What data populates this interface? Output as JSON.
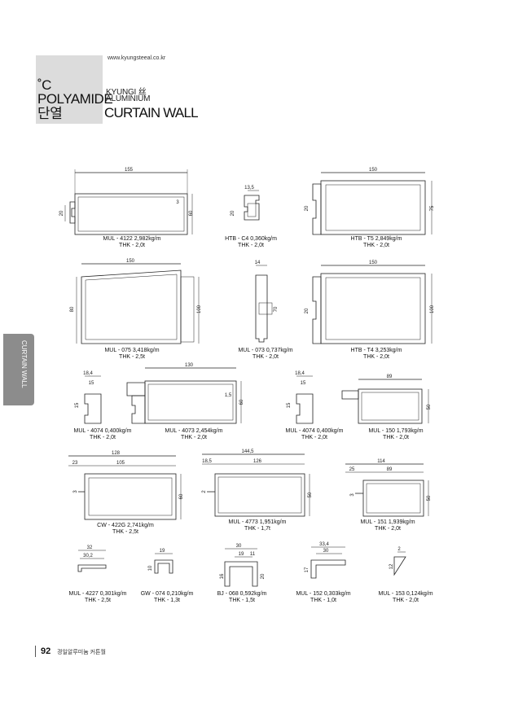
{
  "header": {
    "url": "www.kyungsteeal.co.kr",
    "line1": "˚C",
    "line2": "POLYAMIDE",
    "line3": "단열",
    "brand1": "KYUNGI 丝",
    "brand2": "ALUMINIUM",
    "title": "CURTAIN WALL"
  },
  "side_tab": {
    "text": "CURTAIN WALL"
  },
  "footer": {
    "page": "92",
    "text": "경일알루미늄 커튼월"
  },
  "profiles": [
    {
      "name": "MUL - 4122  2,982kg/m",
      "thk": "THK - 2,0t",
      "dims": [
        "155",
        "20",
        "3",
        "60"
      ]
    },
    {
      "name": "HTB - C4  0,360kg/m",
      "thk": "THK - 2,0t",
      "dims": [
        "13,5",
        "20"
      ]
    },
    {
      "name": "HTB - T5  2,849kg/m",
      "thk": "THK - 2,0t",
      "dims": [
        "150",
        "20",
        "75"
      ]
    },
    {
      "name": "MUL - 075  3,418kg/m",
      "thk": "THK - 2,5t",
      "dims": [
        "150",
        "80",
        "100"
      ]
    },
    {
      "name": "MUL - 073  0,737kg/m",
      "thk": "THK - 2,0t",
      "dims": [
        "14",
        "70"
      ]
    },
    {
      "name": "HTB - T4  3,253kg/m",
      "thk": "THK - 2,0t",
      "dims": [
        "150",
        "20",
        "100"
      ]
    },
    {
      "name": "MUL - 4074  0,400kg/m",
      "thk": "THK - 2,0t",
      "dims": [
        "18,4",
        "15",
        "15"
      ]
    },
    {
      "name": "MUL - 4073  2,454kg/m",
      "thk": "THK - 2,0t",
      "dims": [
        "130",
        "1,5",
        "60"
      ]
    },
    {
      "name": "MUL - 4074  0,400kg/m",
      "thk": "THK - 2,0t",
      "dims": [
        "18,4",
        "15",
        "15"
      ]
    },
    {
      "name": "MUL - 150  1,793kg/m",
      "thk": "THK - 2,0t",
      "dims": [
        "89",
        "50"
      ]
    },
    {
      "name": "CW - 422G  2,741kg/m",
      "thk": "THK - 2,5t",
      "dims": [
        "128",
        "23",
        "105",
        "3",
        "60"
      ]
    },
    {
      "name": "MUL - 4773  1,951kg/m",
      "thk": "THK - 1,7t",
      "dims": [
        "144,5",
        "18,5",
        "126",
        "2",
        "50"
      ]
    },
    {
      "name": "MUL - 151  1,939kg/m",
      "thk": "THK - 2,0t",
      "dims": [
        "114",
        "25",
        "89",
        "3",
        "50"
      ]
    },
    {
      "name": "MUL - 4227  0,301kg/m",
      "thk": "THK - 2,5t",
      "dims": [
        "32",
        "30,2"
      ]
    },
    {
      "name": "GW - 074  0,210kg/m",
      "thk": "THK - 1,3t",
      "dims": [
        "19",
        "10"
      ]
    },
    {
      "name": "BJ - 068  0,592kg/m",
      "thk": "THK - 1,5t",
      "dims": [
        "30",
        "19",
        "11",
        "16",
        "20"
      ]
    },
    {
      "name": "MUL - 152  0,303kg/m",
      "thk": "THK - 1,0t",
      "dims": [
        "33,4",
        "30",
        "17"
      ]
    },
    {
      "name": "MUL - 153  0,124kg/m",
      "thk": "THK - 2,0t",
      "dims": [
        "2",
        "12"
      ]
    }
  ]
}
